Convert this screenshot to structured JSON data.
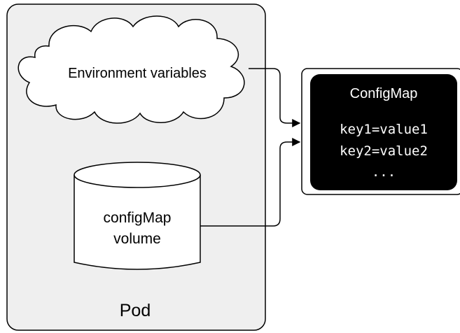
{
  "pod": {
    "label": "Pod"
  },
  "cloud": {
    "label": "Environment variables"
  },
  "volume": {
    "label_line1": "configMap",
    "label_line2": "volume"
  },
  "configmap": {
    "title": "ConfigMap",
    "entries": [
      "key1=value1",
      "key2=value2",
      "..."
    ]
  },
  "colors": {
    "pod_fill": "#efefef",
    "stroke": "#000000",
    "configmap_fill": "#000000",
    "configmap_text": "#ffffff",
    "shape_fill": "#ffffff"
  }
}
